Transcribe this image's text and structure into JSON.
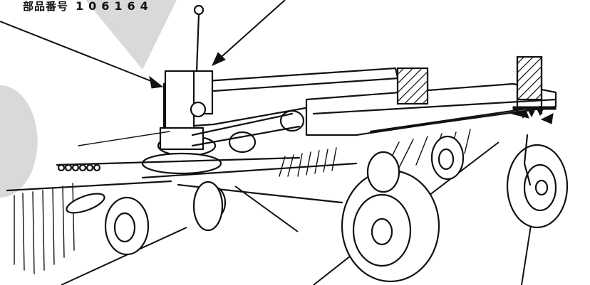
{
  "header": {
    "label": "部品番号",
    "number": "106164"
  },
  "colors": {
    "watermark": "#d9d9d9",
    "ink": "#111111",
    "background": "#ffffff"
  },
  "figure": {
    "subject": "rotary-rake-hay-tedder-illustration",
    "leader_count": 7
  }
}
